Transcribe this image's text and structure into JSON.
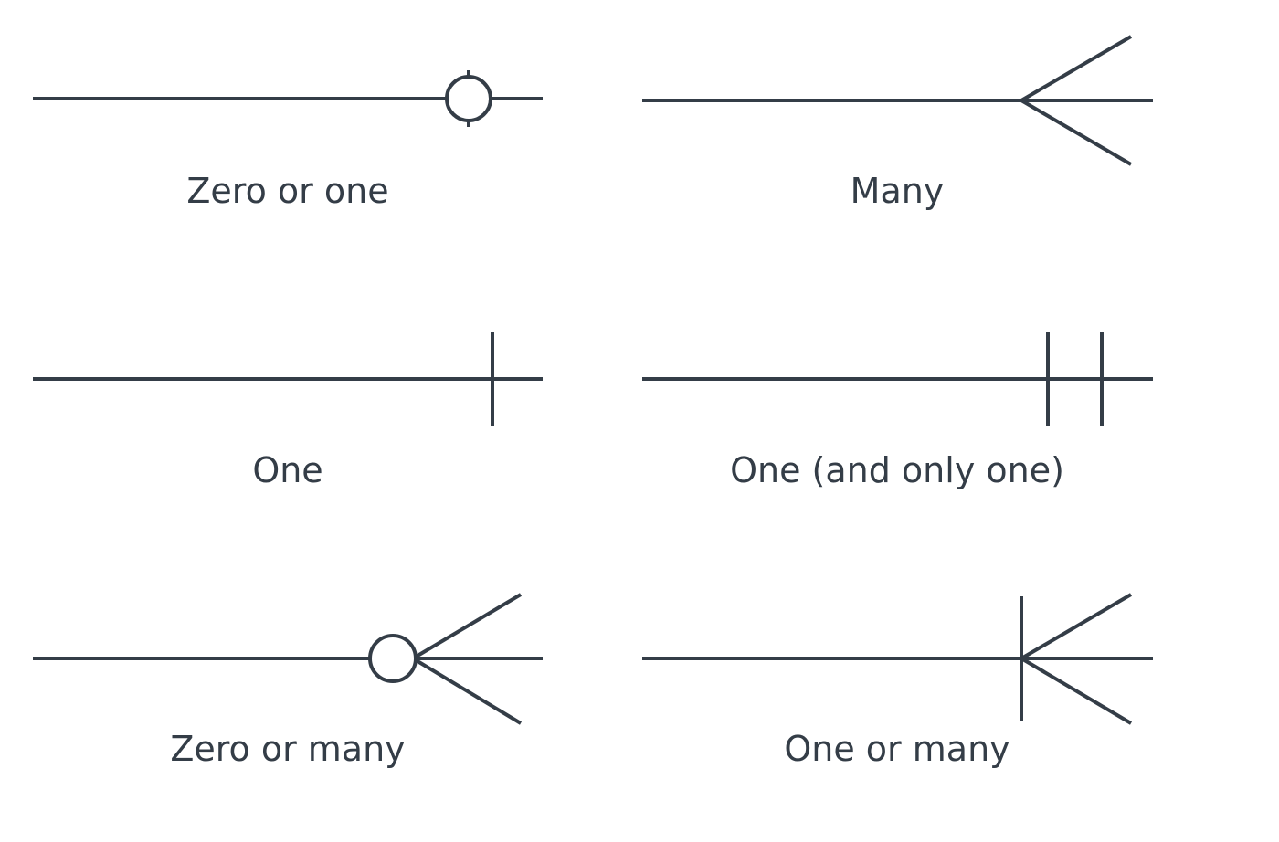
{
  "colors": {
    "background": "#ffffff",
    "line": "#343d47",
    "text": "#343d47"
  },
  "notations": [
    {
      "id": "zero-or-one",
      "label": "Zero or one",
      "symbol": "circle-with-tick"
    },
    {
      "id": "many",
      "label": "Many",
      "symbol": "crows-foot"
    },
    {
      "id": "one",
      "label": "One",
      "symbol": "single-bar"
    },
    {
      "id": "one-and-only-one",
      "label": "One (and only one)",
      "symbol": "double-bar"
    },
    {
      "id": "zero-or-many",
      "label": "Zero or many",
      "symbol": "circle-crows-foot"
    },
    {
      "id": "one-or-many",
      "label": "One or many",
      "symbol": "bar-crows-foot"
    }
  ]
}
